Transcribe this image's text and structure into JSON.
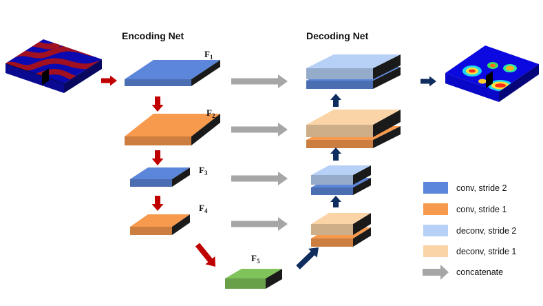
{
  "titles": {
    "encoding": "Encoding Net",
    "decoding": "Decoding Net"
  },
  "feature_labels": [
    {
      "main": "F",
      "sub": "1"
    },
    {
      "main": "F",
      "sub": "2"
    },
    {
      "main": "F",
      "sub": "3"
    },
    {
      "main": "F",
      "sub": "4"
    },
    {
      "main": "F",
      "sub": "5"
    }
  ],
  "legend": [
    {
      "label": "conv, stride 2",
      "color": "#5b86d9"
    },
    {
      "label": "conv, stride 1",
      "color": "#f79a4d"
    },
    {
      "label": "deconv, stride 2",
      "color": "#b6d0f6"
    },
    {
      "label": "deconv, stride 1",
      "color": "#fad4a6"
    },
    {
      "label": "concatenate",
      "color": "#a6a6a6"
    }
  ],
  "colors": {
    "conv_stride2": "#5b86d9",
    "conv_stride1": "#f79a4d",
    "deconv_stride2": "#b6d0f6",
    "deconv_stride1": "#fad4a6",
    "bottleneck": "#7fc35a",
    "block_side": "#1a1a1a",
    "encoder_arrow": "#c00000",
    "decoder_arrow": "#0f2d5e",
    "concat_arrow": "#a6a6a6",
    "input_field_bg": "#0a0ab0",
    "input_field_channel": "#a01020",
    "output_field_bg": "#0b08e0"
  }
}
